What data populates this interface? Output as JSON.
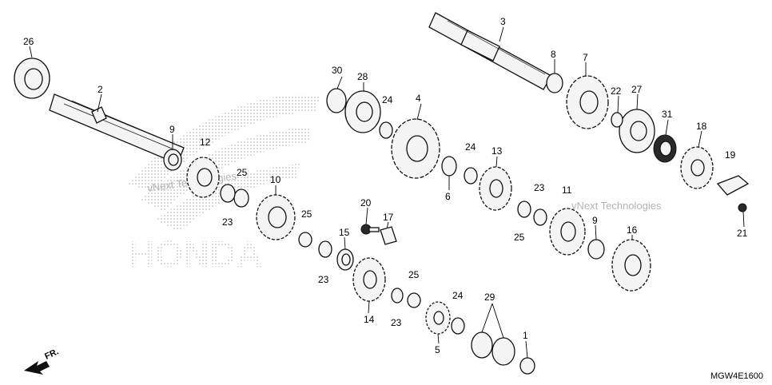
{
  "diagram": {
    "parts": [
      {
        "id": "p1",
        "label": "1"
      },
      {
        "id": "p2",
        "label": "2"
      },
      {
        "id": "p3",
        "label": "3"
      },
      {
        "id": "p4",
        "label": "4"
      },
      {
        "id": "p5",
        "label": "5"
      },
      {
        "id": "p6",
        "label": "6"
      },
      {
        "id": "p7",
        "label": "7"
      },
      {
        "id": "p8",
        "label": "8"
      },
      {
        "id": "p9a",
        "label": "9"
      },
      {
        "id": "p9b",
        "label": "9"
      },
      {
        "id": "p10",
        "label": "10"
      },
      {
        "id": "p11",
        "label": "11"
      },
      {
        "id": "p12",
        "label": "12"
      },
      {
        "id": "p13",
        "label": "13"
      },
      {
        "id": "p14",
        "label": "14"
      },
      {
        "id": "p15",
        "label": "15"
      },
      {
        "id": "p16",
        "label": "16"
      },
      {
        "id": "p17",
        "label": "17"
      },
      {
        "id": "p18",
        "label": "18"
      },
      {
        "id": "p19",
        "label": "19"
      },
      {
        "id": "p20",
        "label": "20"
      },
      {
        "id": "p21",
        "label": "21"
      },
      {
        "id": "p22",
        "label": "22"
      },
      {
        "id": "p23a",
        "label": "23"
      },
      {
        "id": "p23b",
        "label": "23"
      },
      {
        "id": "p23c",
        "label": "23"
      },
      {
        "id": "p23d",
        "label": "23"
      },
      {
        "id": "p24a",
        "label": "24"
      },
      {
        "id": "p24b",
        "label": "24"
      },
      {
        "id": "p24c",
        "label": "24"
      },
      {
        "id": "p25a",
        "label": "25"
      },
      {
        "id": "p25b",
        "label": "25"
      },
      {
        "id": "p25c",
        "label": "25"
      },
      {
        "id": "p25d",
        "label": "25"
      },
      {
        "id": "p26",
        "label": "26"
      },
      {
        "id": "p27",
        "label": "27"
      },
      {
        "id": "p28",
        "label": "28"
      },
      {
        "id": "p29",
        "label": "29"
      },
      {
        "id": "p30",
        "label": "30"
      },
      {
        "id": "p31",
        "label": "31"
      }
    ],
    "direction_label": "FR.",
    "diagram_code": "MGW4E1600",
    "brand_mark": "HONDA",
    "watermark_text": "vNext Technologies",
    "colors": {
      "ink": "#111111",
      "part_fill": "#f4f4f4",
      "watermark": "#9a9a9a"
    }
  }
}
